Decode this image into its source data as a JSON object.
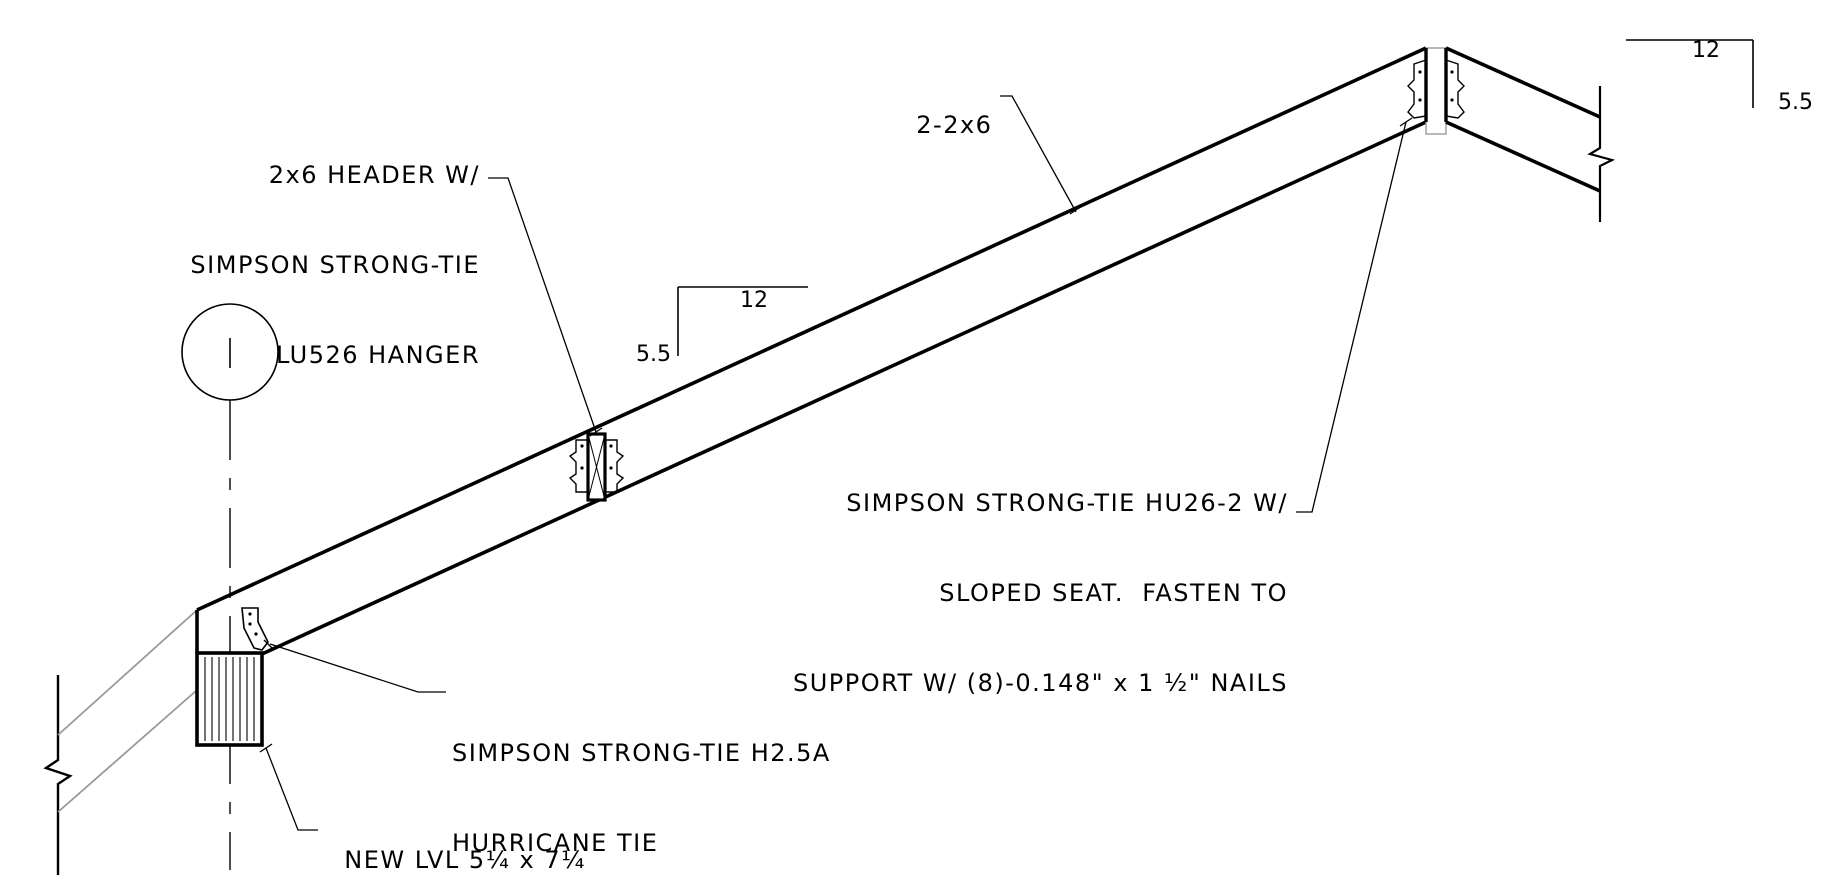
{
  "notes": {
    "header": {
      "lines": [
        "2x6 HEADER W/",
        "SIMPSON STRONG-TIE",
        "LU526 HANGER"
      ]
    },
    "rafter": {
      "text": "2-2x6"
    },
    "ridge_hanger": {
      "lines": [
        "SIMPSON STRONG-TIE HU26-2 W/",
        "SLOPED SEAT.  FASTEN TO",
        "SUPPORT W/ (8)-0.148\" x 1 ½\" NAILS"
      ]
    },
    "hurricane_tie": {
      "lines": [
        "SIMPSON STRONG-TIE H2.5A",
        "HURRICANE TIE"
      ]
    },
    "beam": {
      "text": "NEW LVL 5¼ x 7¼"
    }
  },
  "slope_marks": {
    "left": {
      "run": "12",
      "rise": "5.5"
    },
    "right": {
      "run": "12",
      "rise": "5.5"
    }
  },
  "grid_bubble": {
    "label": ""
  }
}
